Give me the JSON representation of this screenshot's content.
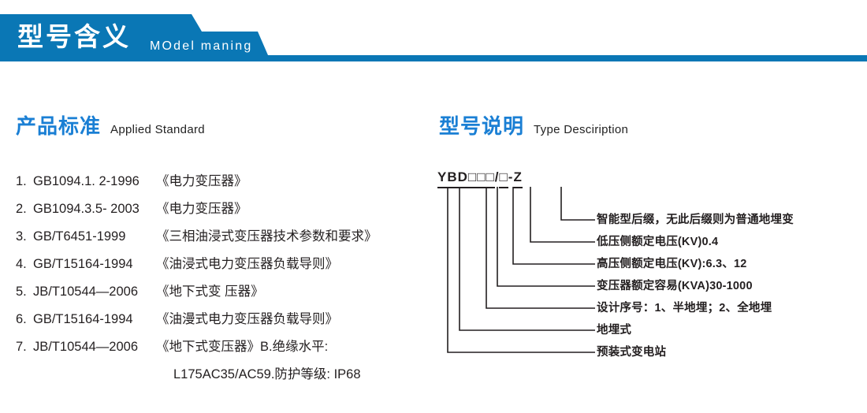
{
  "banner": {
    "title_cn": "型号含义",
    "title_en": "MOdel maning",
    "color": "#0a77b5"
  },
  "sections": {
    "standard": {
      "title_cn": "产品标准",
      "title_en": "Applied Standard"
    },
    "type": {
      "title_cn": "型号说明",
      "title_en": "Type Desciription"
    }
  },
  "standards": [
    {
      "num": "1.",
      "code": "GB1094.1. 2-1996",
      "title": "《电力变压器》"
    },
    {
      "num": "2.",
      "code": "GB1094.3.5- 2003",
      "title": "《电力变压器》"
    },
    {
      "num": "3.",
      "code": "GB/T6451-1999",
      "title": "《三相油浸式变压器技术参数和要求》"
    },
    {
      "num": "4.",
      "code": "GB/T15164-1994",
      "title": "《油浸式电力变压器负载导则》"
    },
    {
      "num": "5.",
      "code": "JB/T10544—2006",
      "title": "《地下式变 压器》"
    },
    {
      "num": "6.",
      "code": "GB/T15164-1994",
      "title": "《油漫式电力变压器负载导则》"
    },
    {
      "num": "7.",
      "code": "JB/T10544—2006",
      "title": "《地下式变压器》B.绝缘水平:"
    }
  ],
  "standards_continuation": "L175AC35/AC59.防护等级: IP68",
  "type_code": {
    "segments": [
      "YB",
      "D",
      "□",
      "□",
      "□",
      "/",
      "□",
      "-",
      "Z"
    ],
    "display": "YB D □□□/□ - Z"
  },
  "type_labels": [
    "智能型后缀，无此后缀则为普通地埋变",
    "低压侧额定电压(KV)0.4",
    "高压侧额定电压(KV):6.3、12",
    "变压器额定容易(KVA)30-1000",
    "设计序号：1、半地埋；2、全地埋",
    "地埋式",
    "预装式变电站"
  ],
  "colors": {
    "accent_blue": "#0a77b5",
    "heading_blue": "#1a7fd4",
    "text_dark": "#231f20"
  }
}
